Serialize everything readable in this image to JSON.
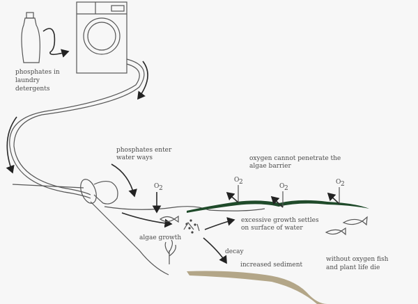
{
  "diagram": {
    "title": "Eutrophication caused by phosphates in laundry detergents",
    "labels": {
      "phosphates_detergents": [
        "phosphates in",
        "laundry",
        "detergents"
      ],
      "phosphates_enter": [
        "phosphates enter",
        "water ways"
      ],
      "oxygen_barrier": [
        "oxygen cannot penetrate the",
        "algae barrier"
      ],
      "excessive_growth": [
        "excessive growth settles",
        "on surface of water"
      ],
      "algae_growth": "algae growth",
      "decay": "decay",
      "increased_sediment": "increased sediment",
      "without_oxygen": [
        "without oxygen fish",
        "and plant life die"
      ],
      "o2": "O",
      "o2_sub": "2"
    },
    "colors": {
      "algae": "#1f4a2a",
      "sediment": "#b3a688",
      "line": "#555555",
      "text": "#4a4a4a",
      "background": "#f7f7f7"
    }
  }
}
